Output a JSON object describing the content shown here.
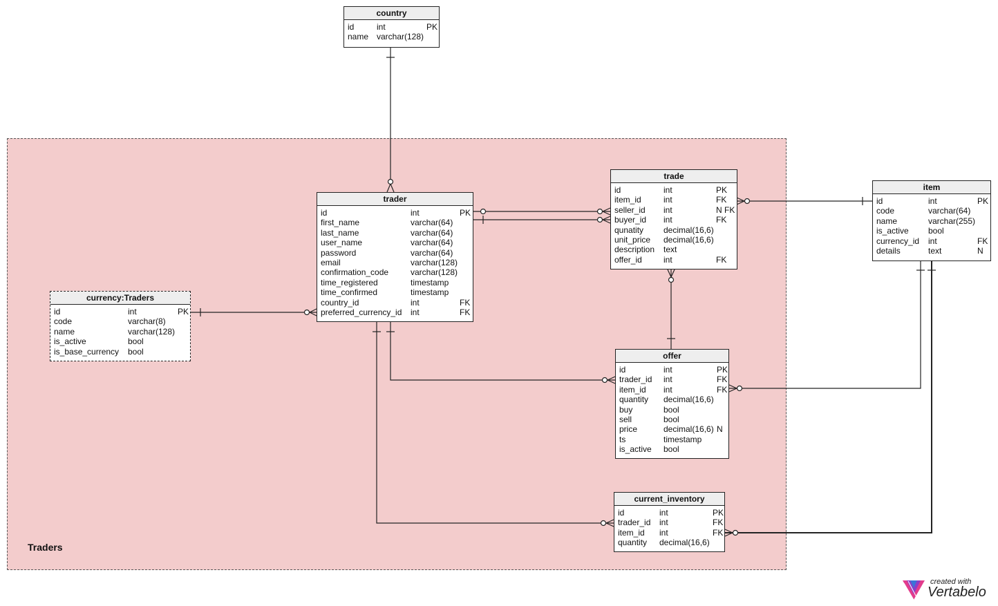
{
  "area": {
    "label": "Traders"
  },
  "tables": {
    "country": {
      "title": "country",
      "rows": [
        {
          "name": "id",
          "type": "int",
          "key": "PK"
        },
        {
          "name": "name",
          "type": "varchar(128)",
          "key": ""
        }
      ]
    },
    "trader": {
      "title": "trader",
      "rows": [
        {
          "name": "id",
          "type": "int",
          "key": "PK"
        },
        {
          "name": "first_name",
          "type": "varchar(64)",
          "key": ""
        },
        {
          "name": "last_name",
          "type": "varchar(64)",
          "key": ""
        },
        {
          "name": "user_name",
          "type": "varchar(64)",
          "key": ""
        },
        {
          "name": "password",
          "type": "varchar(64)",
          "key": ""
        },
        {
          "name": "email",
          "type": "varchar(128)",
          "key": ""
        },
        {
          "name": "confirmation_code",
          "type": "varchar(128)",
          "key": ""
        },
        {
          "name": "time_registered",
          "type": "timestamp",
          "key": ""
        },
        {
          "name": "time_confirmed",
          "type": "timestamp",
          "key": ""
        },
        {
          "name": "country_id",
          "type": "int",
          "key": "FK"
        },
        {
          "name": "preferred_currency_id",
          "type": "int",
          "key": "FK"
        }
      ]
    },
    "trade": {
      "title": "trade",
      "rows": [
        {
          "name": "id",
          "type": "int",
          "key": "PK"
        },
        {
          "name": "item_id",
          "type": "int",
          "key": "FK"
        },
        {
          "name": "seller_id",
          "type": "int",
          "key": "N FK"
        },
        {
          "name": "buyer_id",
          "type": "int",
          "key": "FK"
        },
        {
          "name": "qunatity",
          "type": "decimal(16,6)",
          "key": ""
        },
        {
          "name": "unit_price",
          "type": "decimal(16,6)",
          "key": ""
        },
        {
          "name": "description",
          "type": "text",
          "key": ""
        },
        {
          "name": "offer_id",
          "type": "int",
          "key": "FK"
        }
      ]
    },
    "item": {
      "title": "item",
      "rows": [
        {
          "name": "id",
          "type": "int",
          "key": "PK"
        },
        {
          "name": "code",
          "type": "varchar(64)",
          "key": ""
        },
        {
          "name": "name",
          "type": "varchar(255)",
          "key": ""
        },
        {
          "name": "is_active",
          "type": "bool",
          "key": ""
        },
        {
          "name": "currency_id",
          "type": "int",
          "key": "FK"
        },
        {
          "name": "details",
          "type": "text",
          "key": "N"
        }
      ]
    },
    "currency": {
      "title": "currency:Traders",
      "rows": [
        {
          "name": "id",
          "type": "int",
          "key": "PK"
        },
        {
          "name": "code",
          "type": "varchar(8)",
          "key": ""
        },
        {
          "name": "name",
          "type": "varchar(128)",
          "key": ""
        },
        {
          "name": "is_active",
          "type": "bool",
          "key": ""
        },
        {
          "name": "is_base_currency",
          "type": "bool",
          "key": ""
        }
      ]
    },
    "offer": {
      "title": "offer",
      "rows": [
        {
          "name": "id",
          "type": "int",
          "key": "PK"
        },
        {
          "name": "trader_id",
          "type": "int",
          "key": "FK"
        },
        {
          "name": "item_id",
          "type": "int",
          "key": "FK"
        },
        {
          "name": "quantity",
          "type": "decimal(16,6)",
          "key": ""
        },
        {
          "name": "buy",
          "type": "bool",
          "key": ""
        },
        {
          "name": "sell",
          "type": "bool",
          "key": ""
        },
        {
          "name": "price",
          "type": "decimal(16,6)",
          "key": "N"
        },
        {
          "name": "ts",
          "type": "timestamp",
          "key": ""
        },
        {
          "name": "is_active",
          "type": "bool",
          "key": ""
        }
      ]
    },
    "current_inventory": {
      "title": "current_inventory",
      "rows": [
        {
          "name": "id",
          "type": "int",
          "key": "PK"
        },
        {
          "name": "trader_id",
          "type": "int",
          "key": "FK"
        },
        {
          "name": "item_id",
          "type": "int",
          "key": "FK"
        },
        {
          "name": "quantity",
          "type": "decimal(16,6)",
          "key": ""
        }
      ]
    }
  },
  "brand": {
    "line1": "created with",
    "line2": "Vertabelo"
  },
  "colors": {
    "area_fill": "#f3cccc",
    "header_fill": "#eeeeee",
    "line": "#222222"
  }
}
